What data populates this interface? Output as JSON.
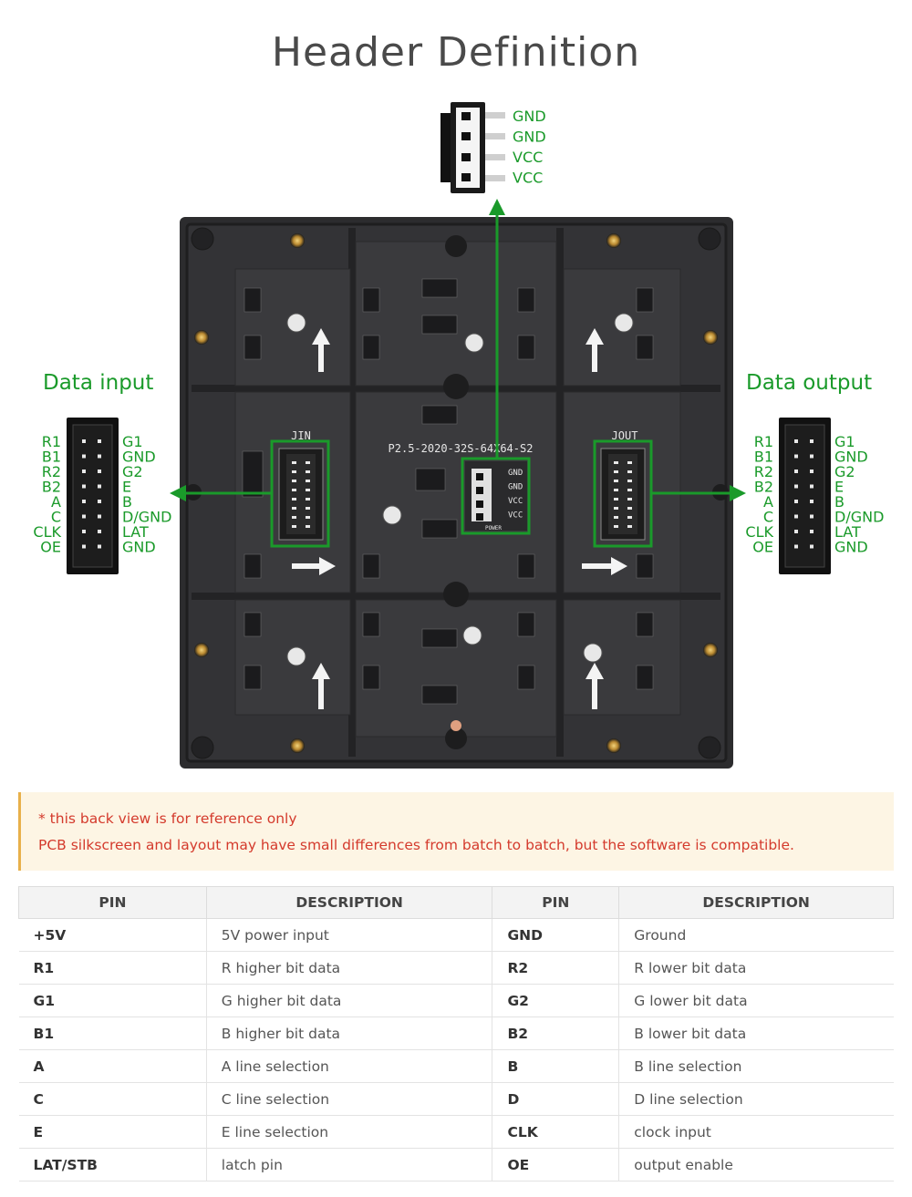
{
  "title": "Header Definition",
  "power_header": {
    "pins": [
      "GND",
      "GND",
      "VCC",
      "VCC"
    ]
  },
  "data_input": {
    "label": "Data input",
    "left_pins": [
      "R1",
      "B1",
      "R2",
      "B2",
      "A",
      "C",
      "CLK",
      "OE"
    ],
    "right_pins": [
      "G1",
      "GND",
      "G2",
      "E",
      "B",
      "D/GND",
      "LAT",
      "GND"
    ]
  },
  "data_output": {
    "label": "Data output",
    "left_pins": [
      "R1",
      "B1",
      "R2",
      "B2",
      "A",
      "C",
      "CLK",
      "OE"
    ],
    "right_pins": [
      "G1",
      "GND",
      "G2",
      "E",
      "B",
      "D/GND",
      "LAT",
      "GND"
    ]
  },
  "board": {
    "model_text": "P2.5-2020-32S-64X64-S2",
    "jin_label": "JIN",
    "jout_label": "JOUT",
    "power_pins": [
      "GND",
      "GND",
      "VCC",
      "VCC"
    ],
    "power_label": "POWER"
  },
  "note": {
    "line1": "* this back view is for reference only",
    "line2": "PCB silkscreen and layout may have small differences from batch to batch, but the software is compatible."
  },
  "table": {
    "headers": [
      "PIN",
      "DESCRIPTION",
      "PIN",
      "DESCRIPTION"
    ],
    "rows": [
      [
        "+5V",
        "5V power input",
        "GND",
        "Ground"
      ],
      [
        "R1",
        "R higher bit data",
        "R2",
        "R lower bit data"
      ],
      [
        "G1",
        "G higher bit data",
        "G2",
        "G lower bit data"
      ],
      [
        "B1",
        "B higher bit data",
        "B2",
        "B lower bit data"
      ],
      [
        "A",
        "A line selection",
        "B",
        "B line selection"
      ],
      [
        "C",
        "C line selection",
        "D",
        "D line selection"
      ],
      [
        "E",
        "E line selection",
        "CLK",
        "clock input"
      ],
      [
        "LAT/STB",
        "latch pin",
        "OE",
        "output enable"
      ]
    ]
  },
  "colors": {
    "accent_green": "#1a9a2a",
    "board": "#2c2c2e",
    "note_text": "#d43a2c"
  }
}
